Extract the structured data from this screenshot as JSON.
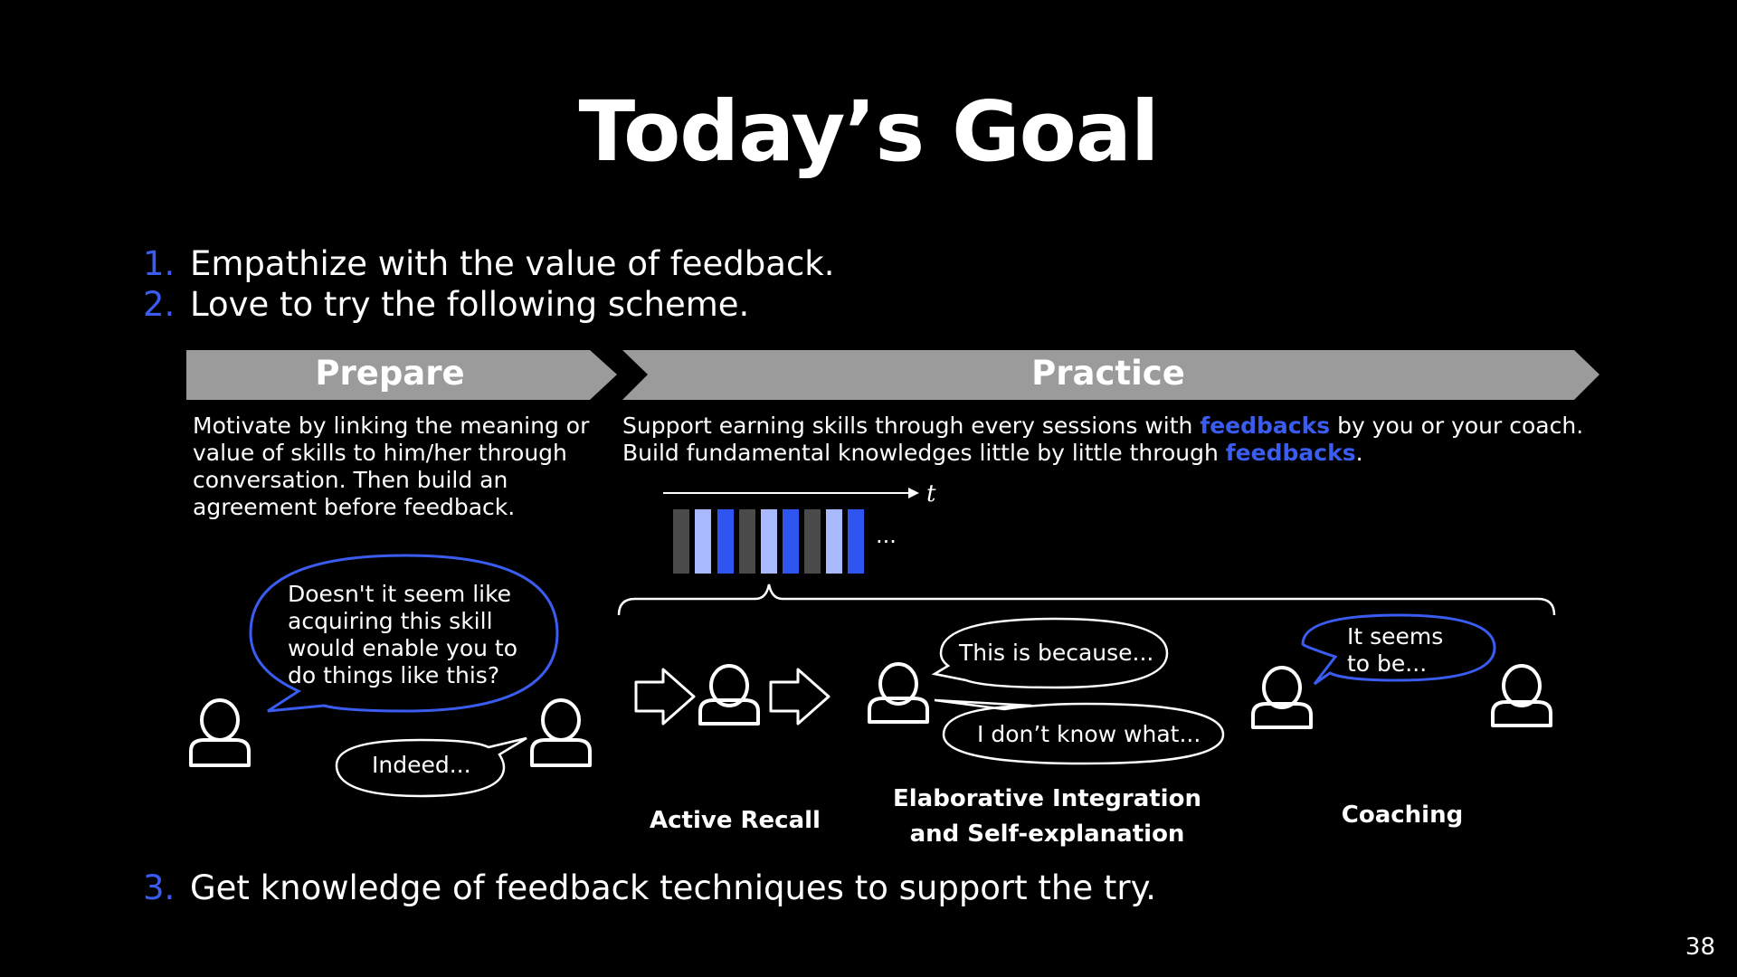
{
  "title": "Today’s Goal",
  "goals": [
    {
      "number": "1.",
      "text": "Empathize with the value of feedback."
    },
    {
      "number": "2.",
      "text": "Love to try the following scheme."
    },
    {
      "number": "3.",
      "text": "Get knowledge of feedback techniques to support the try."
    }
  ],
  "prepare": {
    "label": "Prepare",
    "description": "Motivate by linking the meaning or value of skills to him/her through conversation. Then build an agreement before feedback.",
    "bubble_coach": "Doesn't it seem like acquiring this skill would enable you to do things like this?",
    "bubble_learner": "Indeed..."
  },
  "practice": {
    "label": "Practice",
    "line1_before": "Support earning skills through every sessions with ",
    "line1_highlight": "feedbacks",
    "line1_after": " by you or your coach.",
    "line2_before": "Build fundamental knowledges little by little through ",
    "line2_highlight": "feedbacks",
    "line2_after": ".",
    "timeline_label": "t",
    "ellipsis": "...",
    "bubble_because": "This is because...",
    "bubble_dont_know": "I don’t know what...",
    "bubble_seems": "It seems to be..."
  },
  "stages": {
    "recall": "Active Recall",
    "elaborative": "Elaborative Integration and Self-explanation",
    "coaching": "Coaching"
  },
  "page_number": "38",
  "colors": {
    "accent": "#3a5cf0",
    "light_blue": "#a9b9ff",
    "dark_gray": "#4a4a4a",
    "banner_gray": "#9b9b9b"
  }
}
